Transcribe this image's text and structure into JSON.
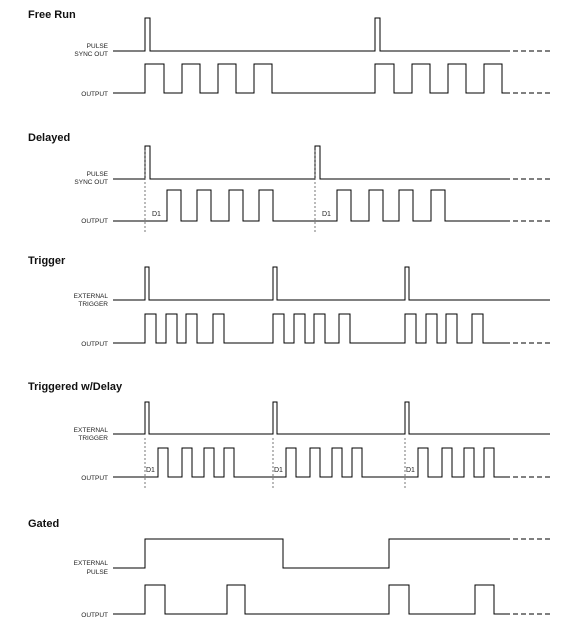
{
  "sections": [
    {
      "id": "free-run",
      "title": "Free Run",
      "signals": [
        {
          "label": [
            "PULSE",
            "SYNC OUT"
          ]
        },
        {
          "label": [
            "OUTPUT"
          ]
        }
      ]
    },
    {
      "id": "delayed",
      "title": "Delayed",
      "signals": [
        {
          "label": [
            "PULSE",
            "SYNC OUT"
          ]
        },
        {
          "label": [
            "OUTPUT"
          ]
        }
      ],
      "delay_labels": [
        "D1",
        "D1"
      ]
    },
    {
      "id": "trigger",
      "title": "Trigger",
      "signals": [
        {
          "label": [
            "EXTERNAL",
            "TRIGGER"
          ]
        },
        {
          "label": [
            "OUTPUT"
          ]
        }
      ]
    },
    {
      "id": "triggered-delay",
      "title": "Triggered w/Delay",
      "signals": [
        {
          "label": [
            "EXTERNAL",
            "TRIGGER"
          ]
        },
        {
          "label": [
            "OUTPUT"
          ]
        }
      ],
      "delay_labels": [
        "D1",
        "D1",
        "D1"
      ]
    },
    {
      "id": "gated",
      "title": "Gated",
      "signals": [
        {
          "label": [
            "EXTERNAL",
            "PULSE"
          ]
        },
        {
          "label": [
            "OUTPUT"
          ]
        }
      ]
    }
  ]
}
